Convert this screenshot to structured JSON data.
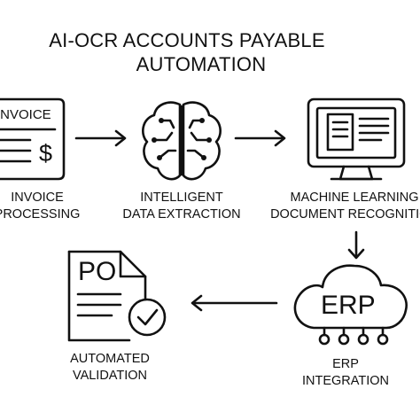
{
  "title": {
    "line1": "AI-OCR ACCOUNTS PAYABLE",
    "line2": "AUTOMATION"
  },
  "steps": {
    "invoice": {
      "icon": "invoice-document-icon",
      "icon_text": "INVOICE",
      "icon_symbol": "$",
      "label_line1": "INVOICE",
      "label_line2": "PROCESSING"
    },
    "extraction": {
      "icon": "brain-circuit-icon",
      "label_line1": "INTELLIGENT",
      "label_line2": "DATA EXTRACTION"
    },
    "ml": {
      "icon": "computer-monitor-document-icon",
      "label_line1": "MACHINE LEARNING",
      "label_line2": "DOCUMENT RECOGNITION"
    },
    "erp": {
      "icon": "cloud-network-icon",
      "icon_text": "ERP",
      "label_line1": "ERP",
      "label_line2": "INTEGRATION"
    },
    "validation": {
      "icon": "document-checkmark-icon",
      "icon_text": "PO",
      "label_line1": "AUTOMATED",
      "label_line2": "VALIDATION"
    }
  },
  "colors": {
    "stroke": "#111111",
    "background": "#ffffff"
  }
}
